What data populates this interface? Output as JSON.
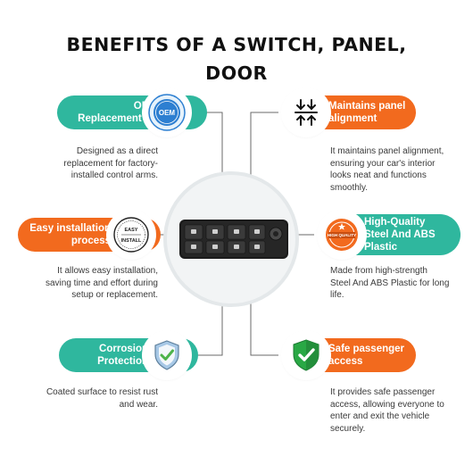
{
  "title_line1": "BENEFITS OF A SWITCH, PANEL,",
  "title_line2": "DOOR",
  "benefits": [
    {
      "id": "oem",
      "title_line1": "OEM",
      "title_line2": "Replacement Fit",
      "desc_lines": [
        "Designed as a direct",
        "replacement for factory-",
        "installed control arms."
      ],
      "icon": "oem-badge-icon",
      "color": "#2fb79e"
    },
    {
      "id": "alignment",
      "title_line1": "Maintains panel",
      "title_line2": "alignment",
      "desc_lines": [
        "It maintains panel alignment,",
        "ensuring your car's interior",
        "looks neat and functions",
        "smoothly."
      ],
      "icon": "alignment-arrows-icon",
      "color": "#f26a1e"
    },
    {
      "id": "installation",
      "title_line1": "Easy installation",
      "title_line2": "process",
      "desc_lines": [
        "It allows easy installation,",
        "saving time and effort during",
        "setup or replacement."
      ],
      "icon": "easy-install-stamp-icon",
      "color": "#f26a1e",
      "icon_text_top": "EASY",
      "icon_text_bottom": "INSTALL"
    },
    {
      "id": "quality",
      "title_line1": "High-Quality",
      "title_line2": "Steel And ABS",
      "title_line3": "Plastic",
      "desc_lines": [
        "Made from high-strength",
        "Steel And ABS Plastic for long",
        "life."
      ],
      "icon": "high-quality-seal-icon",
      "color": "#2fb79e",
      "icon_text": "HIGH QUALITY"
    },
    {
      "id": "corrosion",
      "title_line1": "Corrosion",
      "title_line2": "Protection",
      "desc_lines": [
        "Coated surface to resist rust",
        "and wear."
      ],
      "icon": "shield-check-icon",
      "color": "#2fb79e"
    },
    {
      "id": "safety",
      "title_line1": "Safe passenger",
      "title_line2": "access",
      "desc_lines": [
        "It provides safe passenger",
        "access, allowing everyone to",
        "enter and exit the vehicle",
        "securely."
      ],
      "icon": "green-shield-check-icon",
      "color": "#f26a1e"
    }
  ],
  "colors": {
    "teal": "#2fb79e",
    "orange": "#f26a1e",
    "title": "#111111",
    "text": "#3a3a3a"
  }
}
